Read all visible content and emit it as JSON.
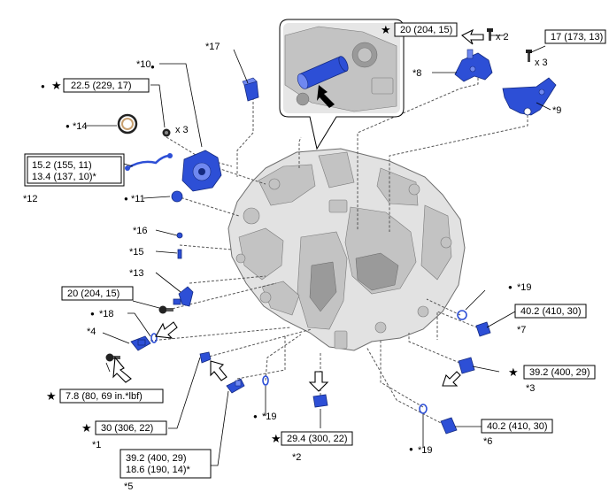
{
  "callouts": {
    "c1": "*1",
    "c2": "*2",
    "c3": "*3",
    "c4": "*4",
    "c5": "*5",
    "c6": "*6",
    "c7": "*7",
    "c8": "*8",
    "c9": "*9",
    "c10": "*10",
    "c11": "*11",
    "c12": "*12",
    "c13": "*13",
    "c14": "*14",
    "c15": "*15",
    "c16": "*16",
    "c17": "*17",
    "c18": "*18",
    "c19a": "*19",
    "c19b": "*19",
    "c19c": "*19"
  },
  "torques": {
    "t_8": "20 (204, 15)",
    "t_9": "17 (173, 13)",
    "t_10": "22.5 (229, 17)",
    "t_12a": "15.2 (155, 11)",
    "t_12b": "13.4 (137, 10)*",
    "t_13": "20 (204, 15)",
    "t_4": "7.8 (80, 69 in.*lbf)",
    "t_1": "30 (306, 22)",
    "t_5a": "39.2 (400, 29)",
    "t_5b": "18.6 (190, 14)*",
    "t_2": "29.4 (300, 22)",
    "t_7": "40.2 (410, 30)",
    "t_3": "39.2 (400, 29)",
    "t_6": "40.2 (410, 30)"
  },
  "quantities": {
    "q_8": "x 2",
    "q_9": "x 3",
    "q_10": "x 3"
  },
  "symbols": {
    "star": "★",
    "dot": "●"
  },
  "icons": {
    "bolt": "bolt-icon",
    "star": "star-icon",
    "dot": "dot-icon",
    "arrow": "hollow-arrow-icon"
  },
  "colors": {
    "part_blue": "#2d4fd6",
    "housing_gray": "#e2e2e2"
  }
}
